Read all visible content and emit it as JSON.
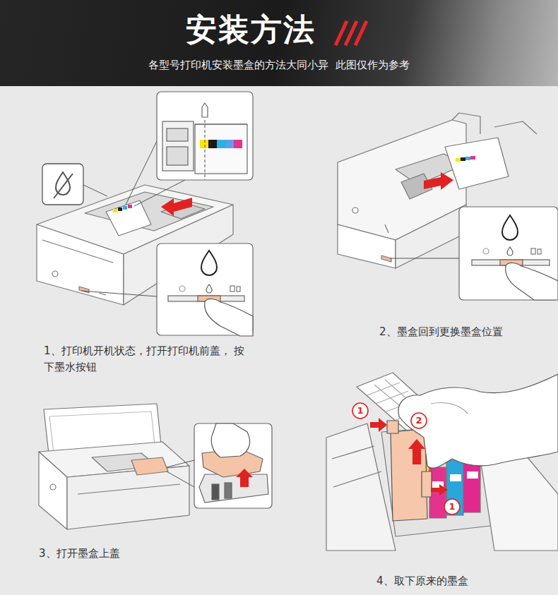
{
  "diagram": {
    "nodes": [
      {
        "text": [
          "安装方法",
          "各型号打印机安装墨盒的方法大同小异  此图仅作为参考"
        ]
      }
    ],
    "labels": [
      "1、打印机开机状态，打开打印机前盖， 按下墨水按钮",
      "2、墨盒回到更换墨盒位置",
      "3、打开墨盒上盖",
      "4、取下原来的墨盒",
      "1",
      "2",
      "1"
    ]
  }
}
